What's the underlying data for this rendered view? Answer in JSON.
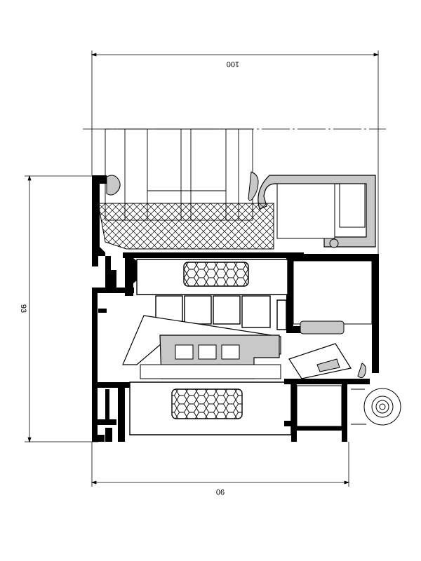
{
  "dimensions": {
    "top_width": "100",
    "bottom_width": "90",
    "left_height": "93"
  },
  "colors": {
    "line": "#000000",
    "profile": "#000000",
    "gasket": "#c8c8c8",
    "insulation": "#ffffff",
    "background": "#ffffff"
  }
}
